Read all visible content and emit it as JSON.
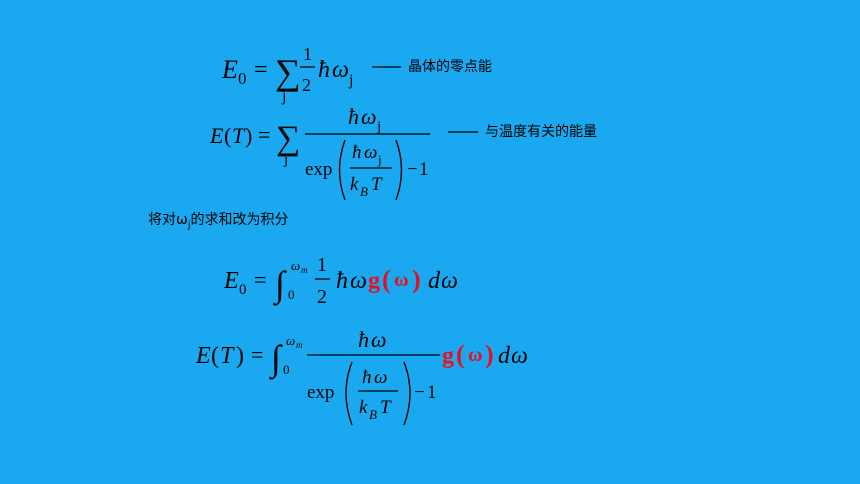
{
  "colors": {
    "background": "#1AA9F0",
    "text": "#000000",
    "highlight": "#E8101E"
  },
  "formula_zero_point": {
    "E": "E",
    "sub0": "0",
    "eq": "=",
    "sigma": "∑",
    "idx": "j",
    "num": "1",
    "den": "2",
    "hbar": "ħ",
    "omega": "ω",
    "sub_j": "j"
  },
  "annot_zero_point": {
    "dash": "——",
    "text": "晶体的零点能"
  },
  "formula_thermal": {
    "E": "E",
    "lp": "(",
    "T": "T",
    "rp": ")",
    "eq": "=",
    "sigma": "∑",
    "idx": "j",
    "hbar": "ħ",
    "omega": "ω",
    "sub_j": "j",
    "exp": "exp",
    "k": "k",
    "B": "B",
    "minus": "−",
    "one": "1"
  },
  "annot_thermal": {
    "dash": "——",
    "text": "与温度有关的能量"
  },
  "note": {
    "prefix": "将对",
    "omega": "ω",
    "sub": "j",
    "suffix": "的求和改为积分"
  },
  "formula_integral_zero": {
    "E": "E",
    "sub0": "0",
    "eq": "=",
    "int": "∫",
    "upper": "ω",
    "upper_sub": "m",
    "lower": "0",
    "num": "1",
    "den": "2",
    "hbar": "ħ",
    "omega": "ω",
    "g": "g",
    "lp": "(",
    "gw": "ω",
    "rp": ")",
    "d": "d",
    "dw": "ω"
  },
  "formula_integral_thermal": {
    "E": "E",
    "lp": "(",
    "T": "T",
    "rp": ")",
    "eq": "=",
    "int": "∫",
    "upper": "ω",
    "upper_sub": "m",
    "lower": "0",
    "hbar": "ħ",
    "omega": "ω",
    "exp": "exp",
    "k": "k",
    "B": "B",
    "minus": "−",
    "one": "1",
    "g": "g",
    "glp": "(",
    "gw": "ω",
    "grp": ")",
    "d": "d",
    "dw": "ω"
  }
}
